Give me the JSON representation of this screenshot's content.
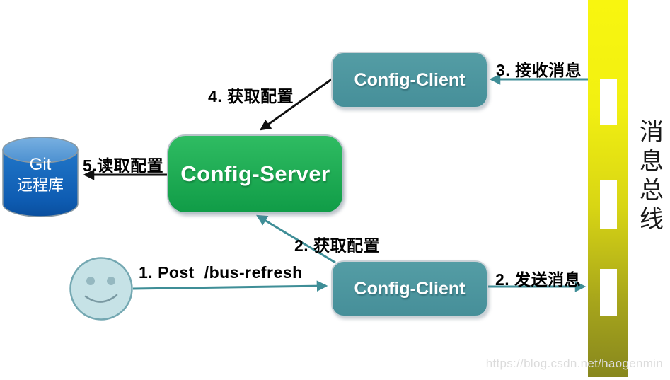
{
  "diagram": {
    "nodes": {
      "git_db": {
        "title": "Git",
        "subtitle": "远程库"
      },
      "config_server": {
        "label": "Config-Server"
      },
      "config_client_top": {
        "label": "Config-Client"
      },
      "config_client_bottom": {
        "label": "Config-Client"
      },
      "user": {
        "icon": "smiley-face-icon"
      },
      "message_bus": {
        "chars": [
          "消",
          "息",
          "总",
          "线"
        ]
      }
    },
    "edges": {
      "post_refresh": {
        "label": "1. Post  /bus-refresh"
      },
      "fetch_config_bottom": {
        "label": "2. 获取配置"
      },
      "send_message": {
        "label": "2. 发送消息"
      },
      "receive_message": {
        "label": "3. 接收消息"
      },
      "fetch_config_top": {
        "label": "4. 获取配置"
      },
      "read_config": {
        "label": "5.读取配置"
      }
    },
    "colors": {
      "server_green_top": "#2fbc62",
      "server_green_bottom": "#109c47",
      "client_teal_top": "#549da5",
      "client_teal_bottom": "#468f99",
      "bus_yellow_top": "#f8f60f",
      "bus_olive_bottom": "#87871e",
      "arrow_teal": "#3f8e97",
      "arrow_black": "#111111",
      "db_blue_light": "#72acdf",
      "db_blue_body": "#1064ba",
      "smiley_fill": "#c6e2e6"
    }
  },
  "watermark": "https://blog.csdn.net/haogenmin"
}
